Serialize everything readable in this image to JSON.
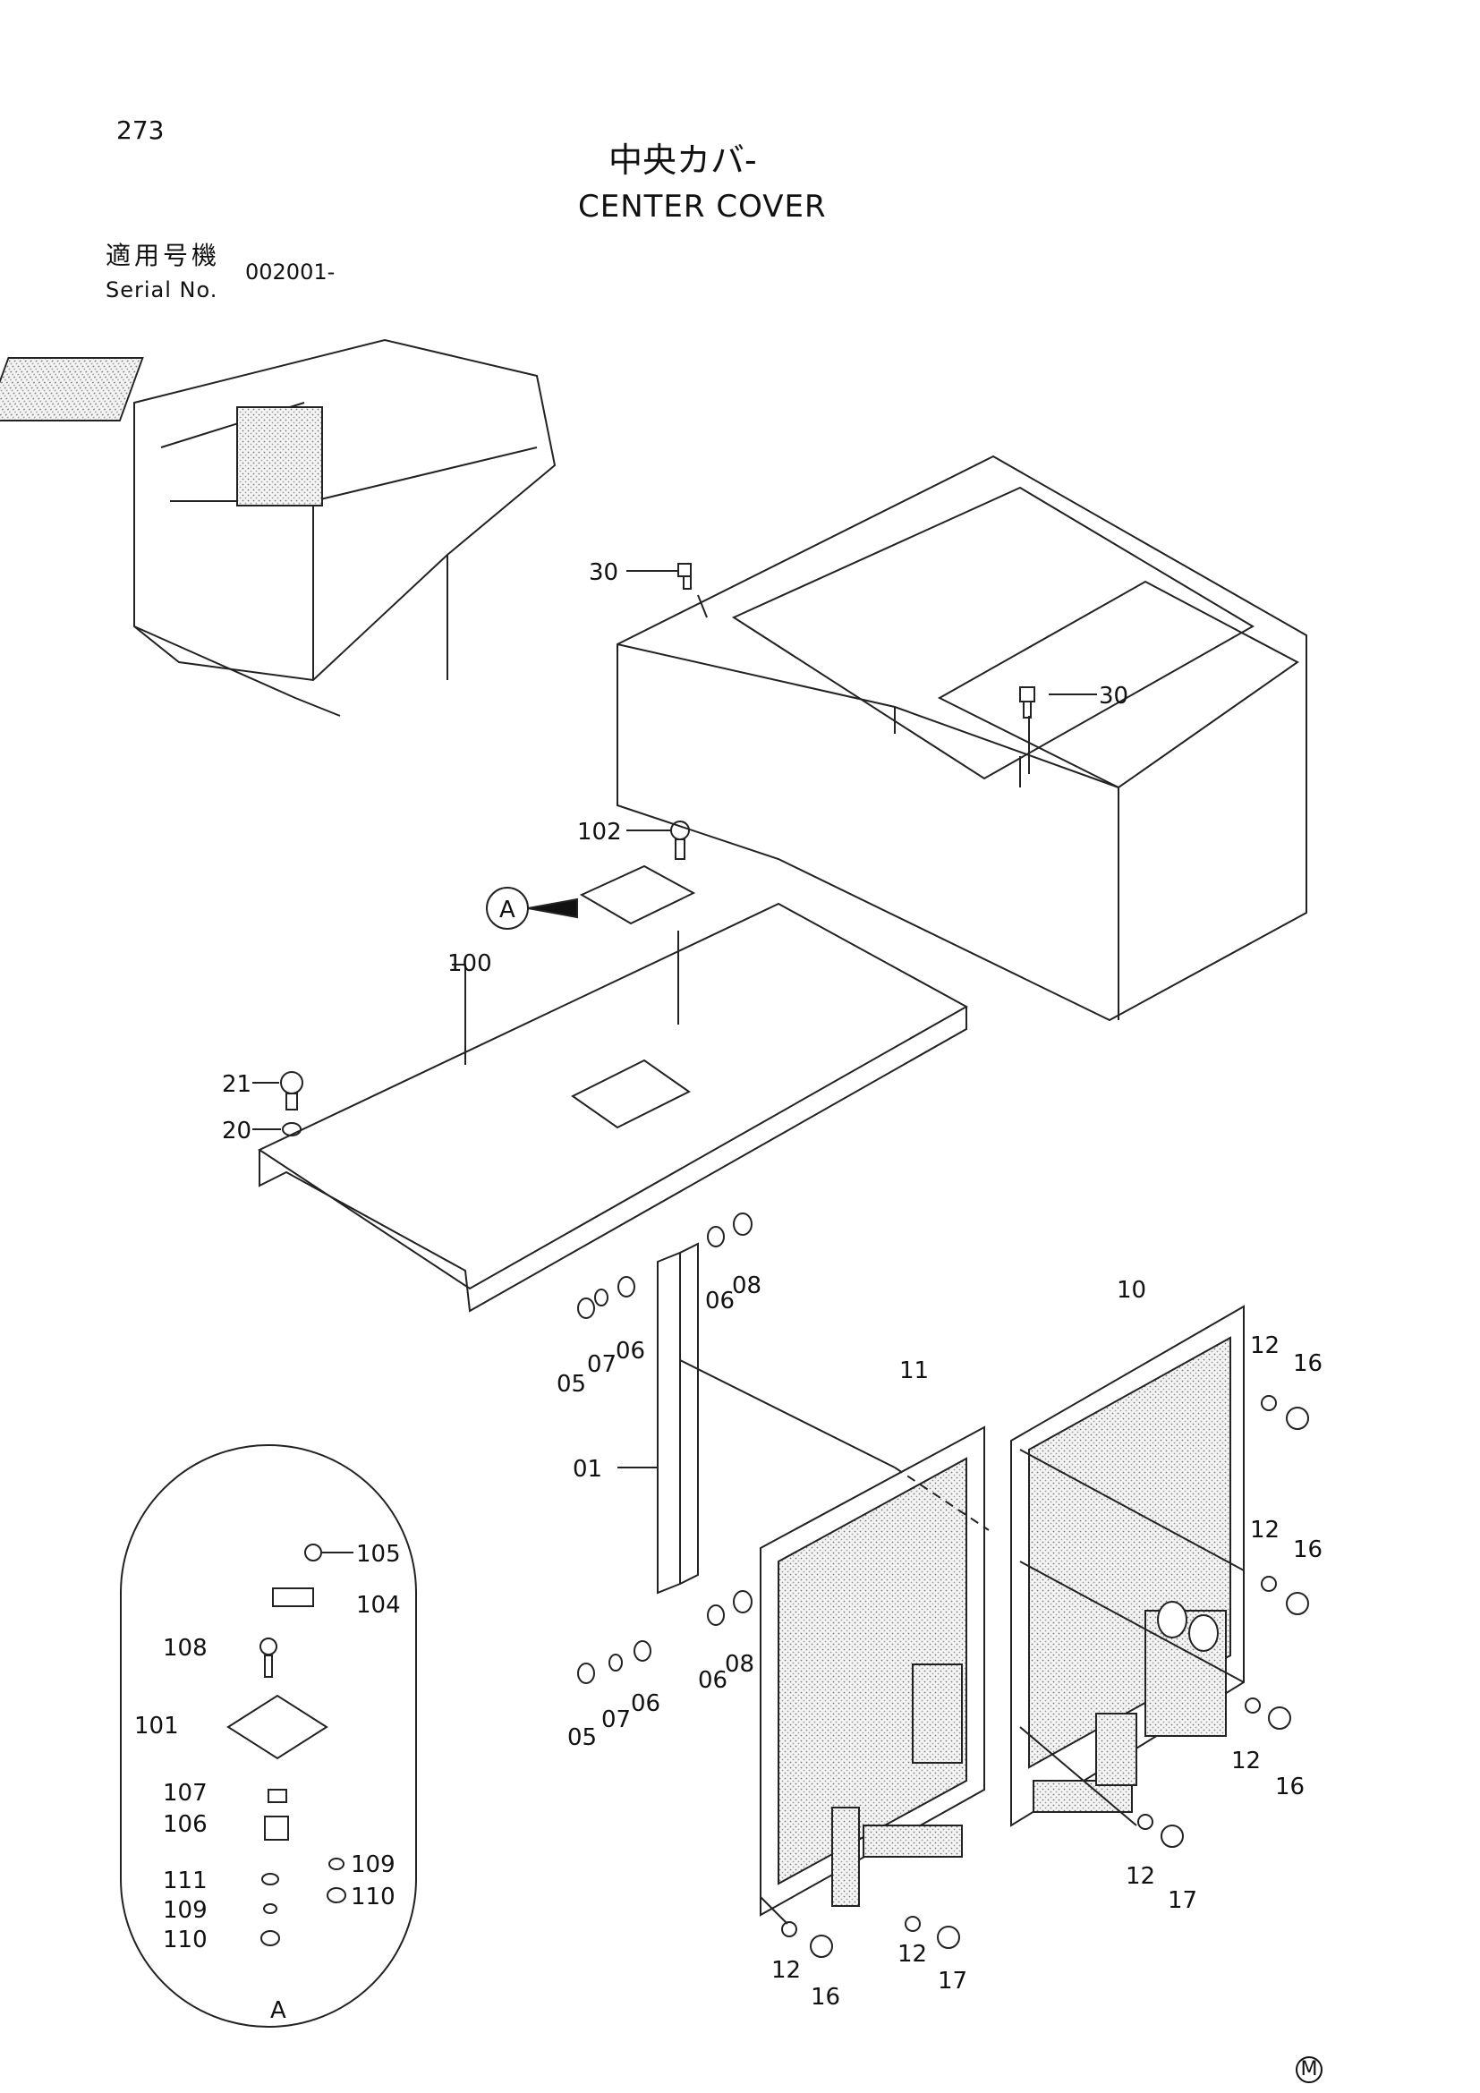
{
  "page_number": "273",
  "title_jp": "中央カバ-",
  "title_en": "CENTER COVER",
  "serial": {
    "label_jp": "適用号機",
    "label_en": "Serial No.",
    "value": "002001-"
  },
  "detail_label": "A",
  "corner_mark": "M",
  "callouts": [
    "30",
    "30",
    "102",
    "100",
    "21",
    "20",
    "10",
    "11",
    "12",
    "16",
    "12",
    "16",
    "12",
    "16",
    "12",
    "17",
    "12",
    "16",
    "12",
    "17",
    "01",
    "05",
    "07",
    "06",
    "06",
    "08",
    "05",
    "07",
    "06",
    "06",
    "08",
    "105",
    "104",
    "108",
    "101",
    "107",
    "106",
    "109",
    "111",
    "110",
    "109",
    "110"
  ]
}
